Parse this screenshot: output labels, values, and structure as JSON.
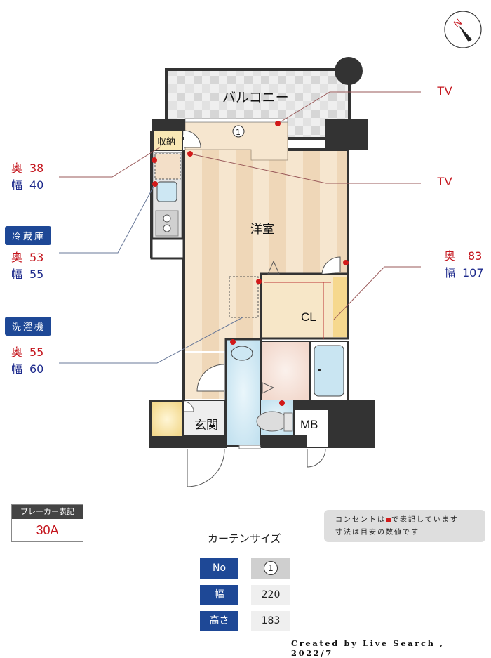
{
  "compass": {
    "label": "N"
  },
  "rooms": {
    "balcony": "バルコニー",
    "storage": "収納",
    "western_room": "洋室",
    "closet": "CL",
    "entrance": "玄関",
    "meter_box": "MB",
    "curtain_marker": "1"
  },
  "annotations": {
    "tv_top": "TV",
    "tv_bottom": "TV",
    "kitchen_space": {
      "depth_label": "奥",
      "depth": "38",
      "width_label": "幅",
      "width": "40"
    },
    "fridge": {
      "title": "冷蔵庫",
      "depth_label": "奥",
      "depth": "53",
      "width_label": "幅",
      "width": "55"
    },
    "washer": {
      "title": "洗濯機",
      "depth_label": "奥",
      "depth": "55",
      "width_label": "幅",
      "width": "60"
    },
    "closet_dim": {
      "depth_label": "奥",
      "depth": "83",
      "width_label": "幅",
      "width": "107"
    }
  },
  "breaker": {
    "title": "ブレーカー表記",
    "value": "30A"
  },
  "note": {
    "line1_pre": "コンセントは",
    "line1_post": "で表記しています",
    "line2": "寸法は目安の数値です"
  },
  "curtain": {
    "title": "カーテンサイズ",
    "rows": [
      {
        "header": "No",
        "value": "1"
      },
      {
        "header": "幅",
        "value": "220"
      },
      {
        "header": "高さ",
        "value": "183"
      }
    ]
  },
  "credit": "Created by Live Search , 2022/7",
  "colors": {
    "outlet": "#d21a1a",
    "depth": "#c4141c",
    "width": "#1d2a8c",
    "tag": "#1e4896"
  }
}
